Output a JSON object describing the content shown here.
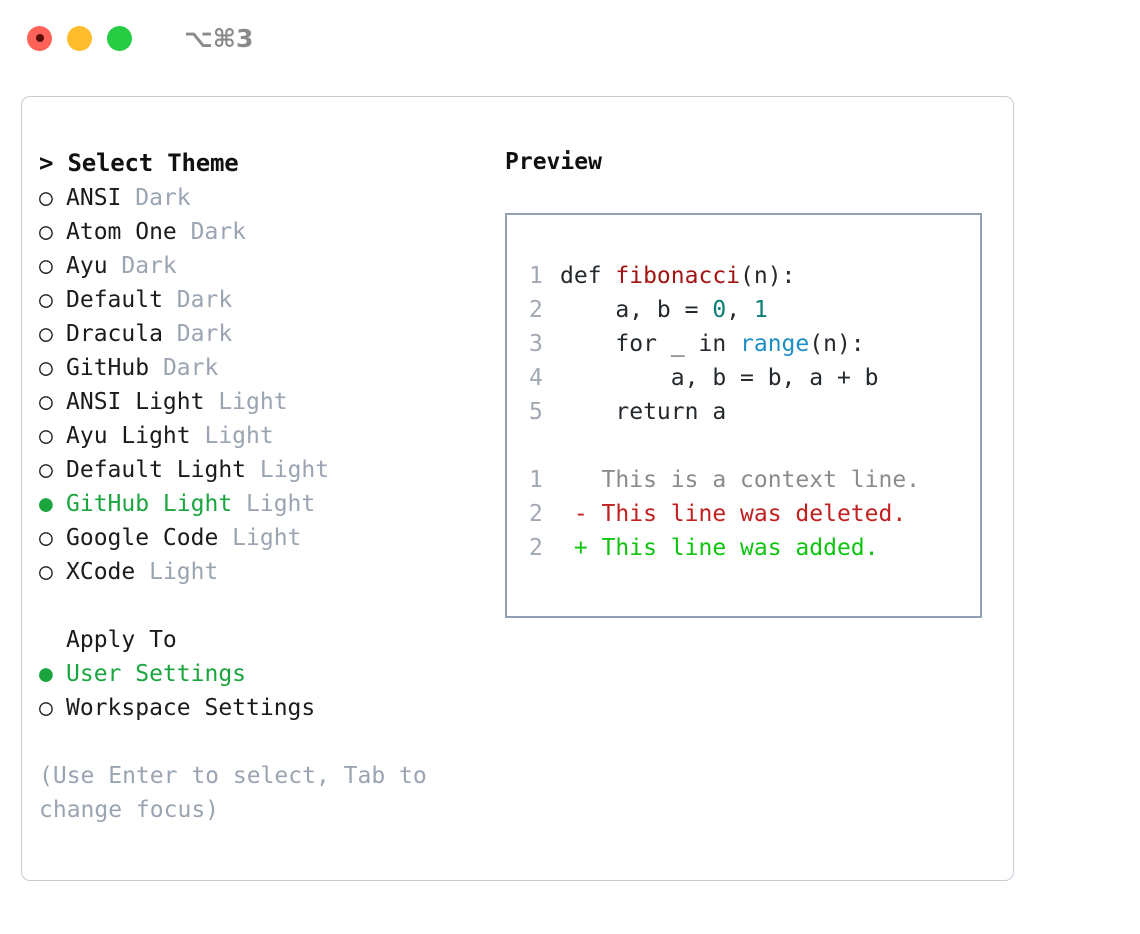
{
  "titlebar": {
    "buttons": [
      {
        "name": "close",
        "color": "#ff6259"
      },
      {
        "name": "minimize",
        "color": "#ffbd2e"
      },
      {
        "name": "maximize",
        "color": "#26cc41"
      }
    ],
    "shortcut": "⌥⌘3"
  },
  "theme_list": {
    "header": "> Select Theme",
    "items": [
      {
        "marker": "○",
        "name": "ANSI",
        "variant": "Dark",
        "selected": false
      },
      {
        "marker": "○",
        "name": "Atom One",
        "variant": "Dark",
        "selected": false
      },
      {
        "marker": "○",
        "name": "Ayu",
        "variant": "Dark",
        "selected": false
      },
      {
        "marker": "○",
        "name": "Default",
        "variant": "Dark",
        "selected": false
      },
      {
        "marker": "○",
        "name": "Dracula",
        "variant": "Dark",
        "selected": false
      },
      {
        "marker": "○",
        "name": "GitHub",
        "variant": "Dark",
        "selected": false
      },
      {
        "marker": "○",
        "name": "ANSI Light",
        "variant": "Light",
        "selected": false
      },
      {
        "marker": "○",
        "name": "Ayu Light",
        "variant": "Light",
        "selected": false
      },
      {
        "marker": "○",
        "name": "Default Light",
        "variant": "Light",
        "selected": false
      },
      {
        "marker": "●",
        "name": "GitHub Light",
        "variant": "Light",
        "selected": true
      },
      {
        "marker": "○",
        "name": "Google Code",
        "variant": "Light",
        "selected": false
      },
      {
        "marker": "○",
        "name": "XCode",
        "variant": "Light",
        "selected": false
      }
    ]
  },
  "apply_to": {
    "heading": "Apply To",
    "options": [
      {
        "marker": "●",
        "label": "User Settings",
        "selected": true
      },
      {
        "marker": "○",
        "label": "Workspace Settings",
        "selected": false
      }
    ]
  },
  "hint": "(Use Enter to select, Tab to change focus)",
  "preview": {
    "title": "Preview",
    "code_lines": [
      {
        "num": "1",
        "tokens": [
          {
            "text": "def ",
            "kind": "plain"
          },
          {
            "text": "fibonacci",
            "kind": "fn"
          },
          {
            "text": "(n):",
            "kind": "plain"
          }
        ]
      },
      {
        "num": "2",
        "tokens": [
          {
            "text": "    a, b = ",
            "kind": "plain"
          },
          {
            "text": "0",
            "kind": "num"
          },
          {
            "text": ", ",
            "kind": "plain"
          },
          {
            "text": "1",
            "kind": "num"
          }
        ]
      },
      {
        "num": "3",
        "tokens": [
          {
            "text": "    for _ in ",
            "kind": "plain"
          },
          {
            "text": "range",
            "kind": "call"
          },
          {
            "text": "(n):",
            "kind": "plain"
          }
        ]
      },
      {
        "num": "4",
        "tokens": [
          {
            "text": "        a, b = b, a + b",
            "kind": "plain"
          }
        ]
      },
      {
        "num": "5",
        "tokens": [
          {
            "text": "    return a",
            "kind": "plain"
          }
        ]
      }
    ],
    "diff_lines": [
      {
        "num": "1",
        "sign": "  ",
        "text": "This is a context line.",
        "kind": "context"
      },
      {
        "num": "2",
        "sign": "- ",
        "text": "This line was deleted.",
        "kind": "deleted"
      },
      {
        "num": "2",
        "sign": "+ ",
        "text": "This line was added.",
        "kind": "added"
      }
    ]
  },
  "colors": {
    "accent_green": "#1ba53f",
    "muted": "#9aa4b2",
    "fn_red": "#a31515",
    "num_teal": "#0a7d72",
    "call_blue": "#1c8fc4",
    "diff_add": "#0fc40f",
    "diff_del": "#c21f1f",
    "panel_border": "#c6ccd6",
    "code_border": "#92a0b3"
  }
}
